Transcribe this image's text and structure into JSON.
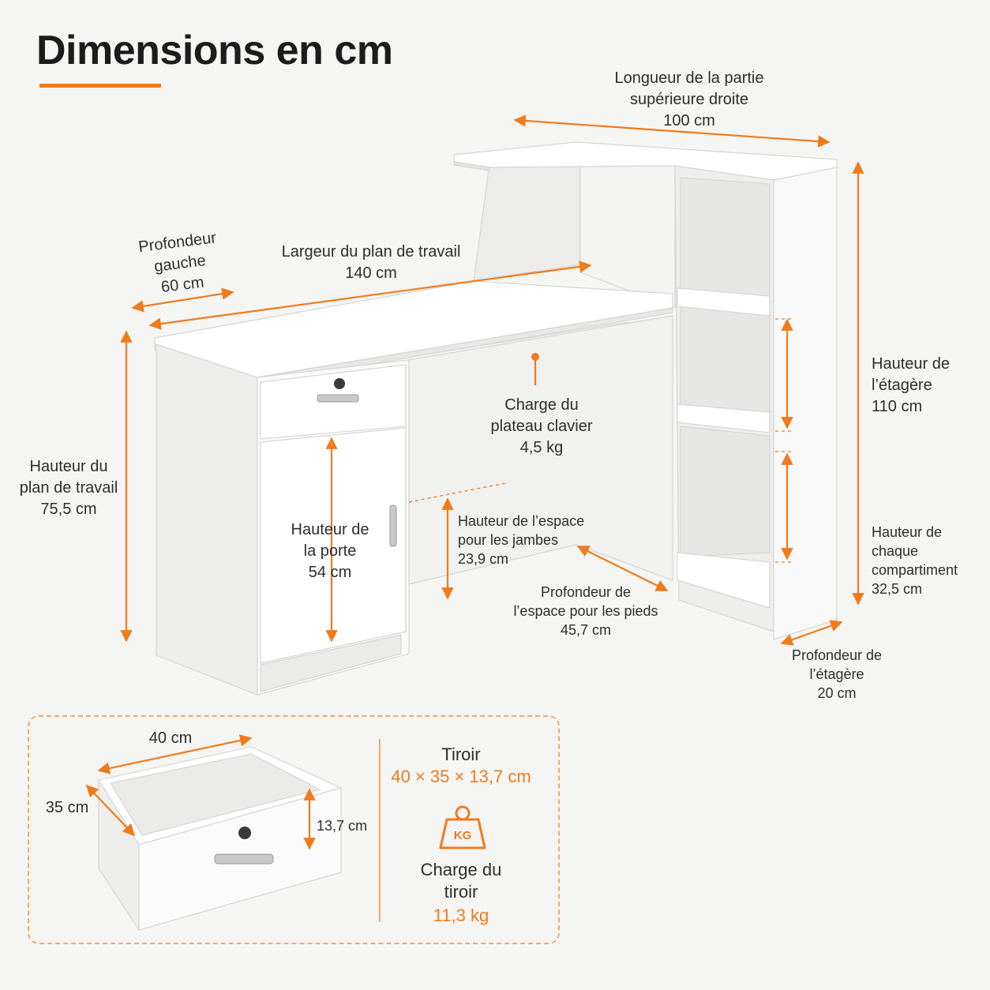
{
  "title": "Dimensions en cm",
  "labels": {
    "upper_length": [
      "Longueur de la partie",
      "supérieure droite",
      "100 cm"
    ],
    "left_depth": [
      "Profondeur",
      "gauche",
      "60 cm"
    ],
    "desk_width": [
      "Largeur du plan de travail",
      "140 cm"
    ],
    "desk_height": [
      "Hauteur du",
      "plan de travail",
      "75,5 cm"
    ],
    "keyboard_load": [
      "Charge du",
      "plateau clavier",
      "4,5 kg"
    ],
    "door_height": [
      "Hauteur de",
      "la porte",
      "54 cm"
    ],
    "leg_height": [
      "Hauteur de l’espace",
      "pour les jambes",
      "23,9 cm"
    ],
    "foot_depth": [
      "Profondeur de",
      "l’espace pour les pieds",
      "45,7 cm"
    ],
    "shelf_height": [
      "Hauteur de",
      "l’étagère",
      "110 cm"
    ],
    "compartment_height": [
      "Hauteur de",
      "chaque",
      "compartiment",
      "32,5 cm"
    ],
    "shelf_depth": [
      "Profondeur de",
      "l’étagère",
      "20 cm"
    ]
  },
  "drawer": {
    "width": "40 cm",
    "depth": "35 cm",
    "height": "13,7 cm",
    "title": "Tiroir",
    "size": "40 × 35 × 13,7 cm",
    "weight_icon_text": "KG",
    "load_label": [
      "Charge du",
      "tiroir"
    ],
    "load_value": "11,3 kg"
  },
  "colors": {
    "accent": "#f07b1b",
    "furniture": "#ffffff",
    "furniture_shade": "#e9e9e8",
    "background": "#f5f5f4"
  }
}
